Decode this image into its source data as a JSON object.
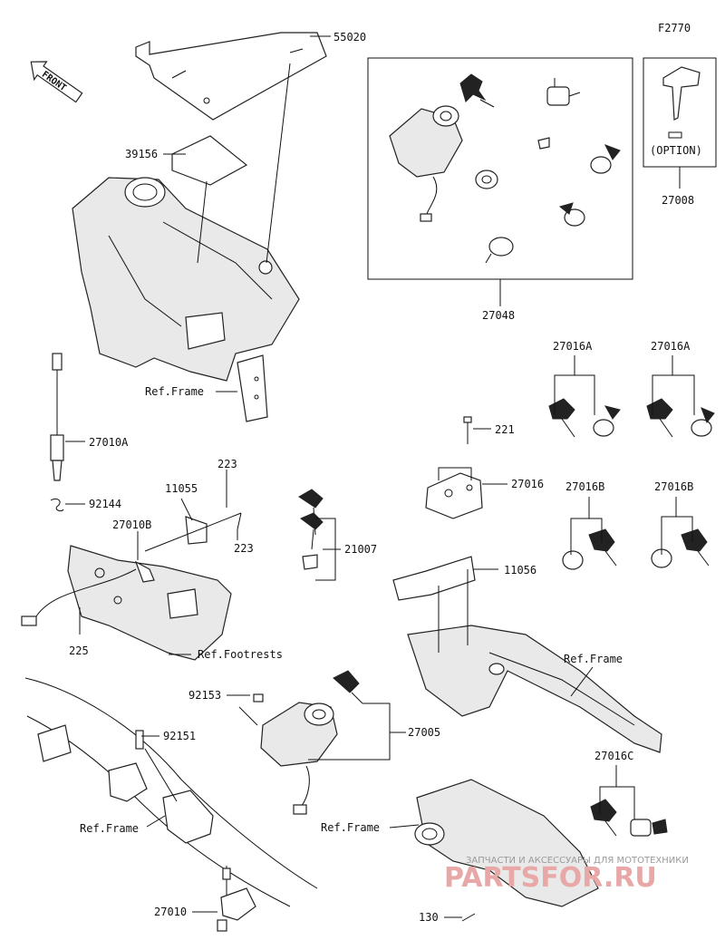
{
  "diagram": {
    "code": "F2770",
    "front_label": "FRONT",
    "option_label": "(OPTION)",
    "part_labels": [
      "55020",
      "39156",
      "27048",
      "27008",
      "27016A",
      "27016A",
      "27010A",
      "221",
      "27016",
      "92144",
      "223",
      "11055",
      "27010B",
      "223",
      "21007",
      "27016B",
      "27016B",
      "11056",
      "225",
      "92153",
      "27005",
      "92151",
      "27016C",
      "27010",
      "130"
    ],
    "ref_labels": [
      "Ref.Frame",
      "Ref.Footrests",
      "Ref.Frame",
      "Ref.Frame",
      "Ref.Frame"
    ],
    "watermark": {
      "top": "ЗАПЧАСТИ И АКСЕССУАРЫ ДЛЯ МОТОТЕХНИКИ",
      "main": "PARTSFOR.RU"
    }
  }
}
